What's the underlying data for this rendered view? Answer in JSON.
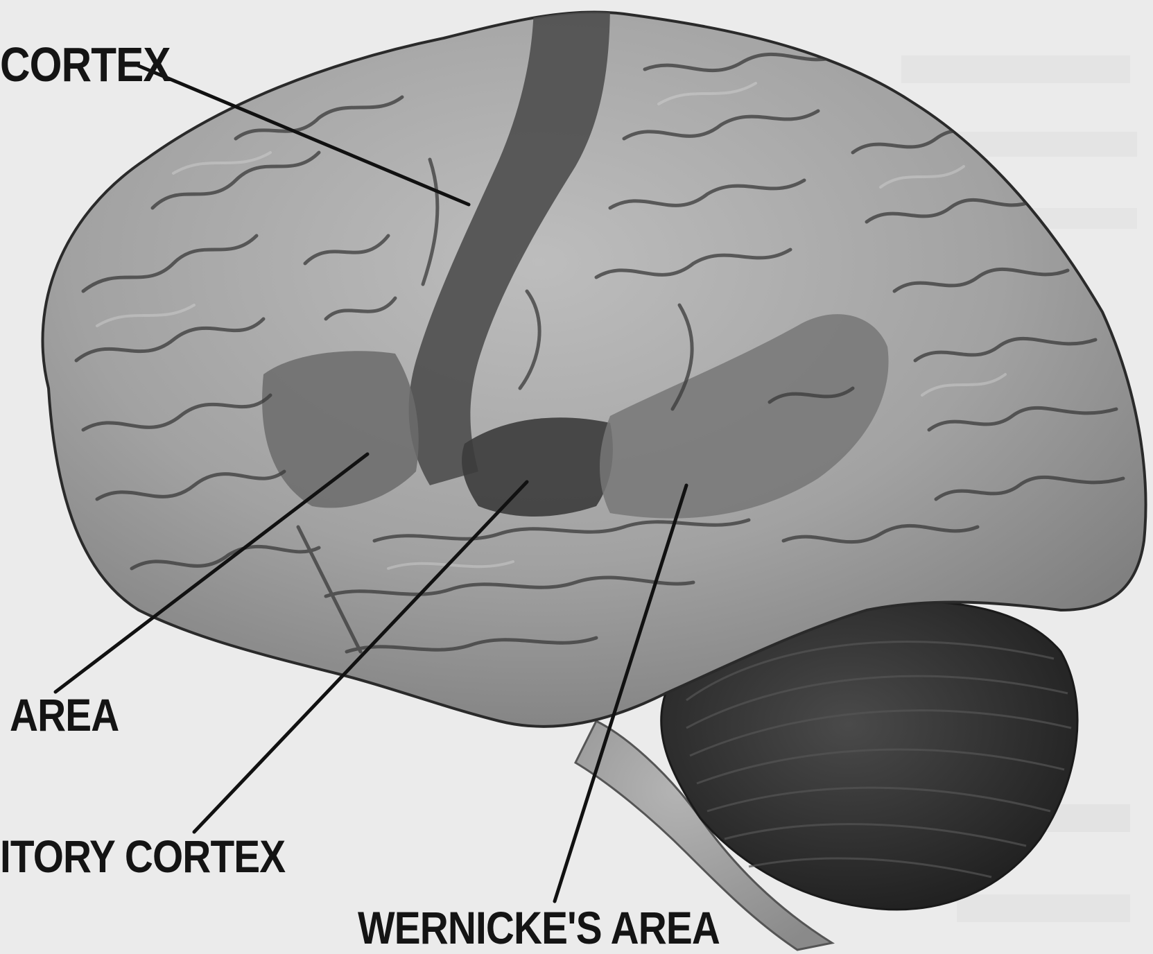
{
  "labels": {
    "cortex_top": "CORTEX",
    "area": "AREA",
    "auditory_cortex": "ITORY CORTEX",
    "wernicke": "WERNICKE'S AREA"
  },
  "colors": {
    "background": "#ebebeb",
    "cortex_fill": "#9a9a9a",
    "motor_strip": "#4e4e4e",
    "broca_region": "#6b6b6b",
    "auditory_region": "#3c3c3c",
    "wernicke_region": "#777777",
    "cerebellum": "#2f2f2f",
    "leader_lines": "#111111"
  }
}
